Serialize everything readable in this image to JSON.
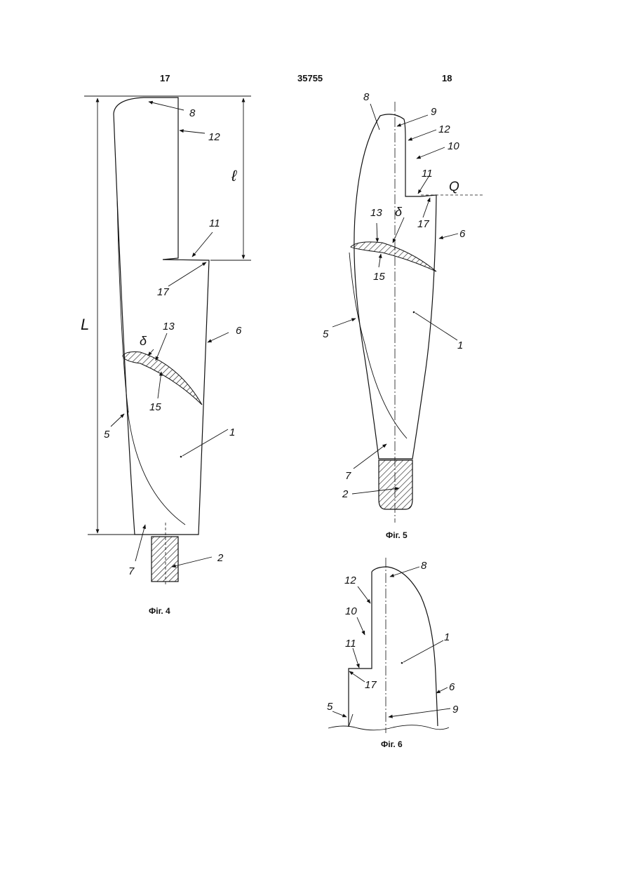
{
  "header": {
    "page_left": "17",
    "patent_number": "35755",
    "page_right": "18"
  },
  "figures": {
    "fig4": {
      "caption": "Фіг. 4",
      "labels": {
        "l8": "8",
        "l12": "12",
        "le": "ℓ",
        "l11": "11",
        "l17": "17",
        "lL": "L",
        "l13": "13",
        "ld": "δ",
        "l6": "6",
        "l15": "15",
        "l5": "5",
        "l1": "1",
        "l7": "7",
        "l2": "2"
      }
    },
    "fig5": {
      "caption": "Фіг. 5",
      "labels": {
        "l8": "8",
        "l9": "9",
        "l12": "12",
        "l10": "10",
        "l11": "11",
        "lQ": "Q",
        "l17": "17",
        "l6": "6",
        "l13": "13",
        "ld": "δ",
        "l15": "15",
        "l5": "5",
        "l1": "1",
        "l7": "7",
        "l2": "2"
      }
    },
    "fig6": {
      "caption": "Фіг. 6",
      "labels": {
        "l8": "8",
        "l12": "12",
        "l10": "10",
        "l1": "1",
        "l11": "11",
        "l17": "17",
        "l6": "6",
        "l5": "5",
        "l9": "9"
      }
    }
  }
}
